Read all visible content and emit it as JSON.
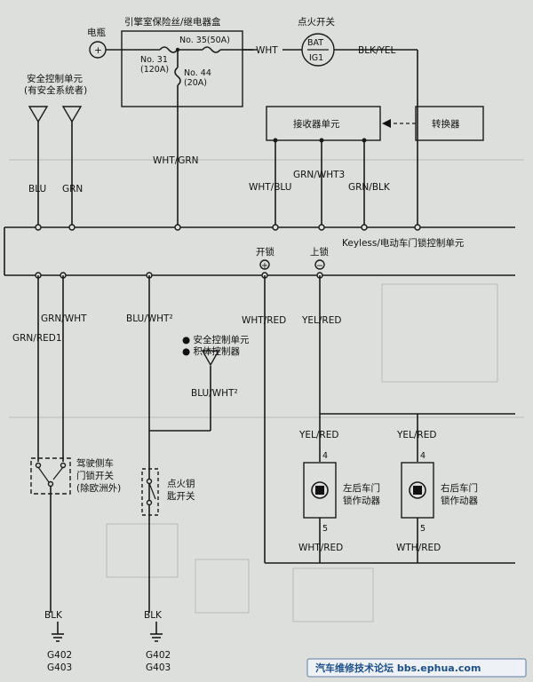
{
  "labels": {
    "battery": "电瓶",
    "fusebox": "引擎室保险丝/继电器盒",
    "fuse35": "No. 35(50A)",
    "fuse31_a": "No. 31",
    "fuse31_b": "(120A)",
    "fuse44_a": "No. 44",
    "fuse44_b": "(20A)",
    "ignition": "点火开关",
    "bat": "BAT",
    "ig1": "IG1",
    "wht": "WHT",
    "blk_yel": "BLK/YEL",
    "security_unit_a": "安全控制单元",
    "security_unit_b": "(有安全系统者)",
    "receiver": "接收器单元",
    "converter": "转换器",
    "wht_grn": "WHT/GRN",
    "blu": "BLU",
    "grn": "GRN",
    "wht_blu": "WHT/BLU",
    "grn_wht3": "GRN/WHT3",
    "grn_blk": "GRN/BLK",
    "control_unit": "Keyless/电动车门锁控制单元",
    "unlock": "开锁",
    "lock": "上锁",
    "plus": "+",
    "minus": "−",
    "grn_wht": "GRN/WHT",
    "grn_red1": "GRN/RED1",
    "blu_wht2_a": "BLU/WHT²",
    "wht_red": "WHT/RED",
    "yel_red": "YEL/RED",
    "bullet1": "● 安全控制单元",
    "bullet2": "● 积体控制器",
    "blu_wht2_b": "BLU/WHT²",
    "yel_red_l": "YEL/RED",
    "yel_red_r": "YEL/RED",
    "pin4_l": "4",
    "pin4_r": "4",
    "pin5_l": "5",
    "pin5_r": "5",
    "left_actuator_a": "左后车门",
    "left_actuator_b": "锁作动器",
    "right_actuator_a": "右后车门",
    "right_actuator_b": "锁作动器",
    "wht_red_l": "WHT/RED",
    "wth_red_r": "WTH/RED",
    "door_switch_a": "驾驶侧车",
    "door_switch_b": "门锁开关",
    "door_switch_c": "(除欧洲外)",
    "key_switch_a": "点火钥",
    "key_switch_b": "匙开关",
    "blk_l": "BLK",
    "blk_r": "BLK",
    "g402_l": "G402",
    "g403_l": "G403",
    "g402_r": "G402",
    "g403_r": "G403",
    "footer": "汽车维修技术论坛 bbs.ephua.com"
  },
  "colors": {
    "wire": "#1a1a1a",
    "background": "#dcdfdb",
    "footer_text": "#1d4f8a"
  }
}
